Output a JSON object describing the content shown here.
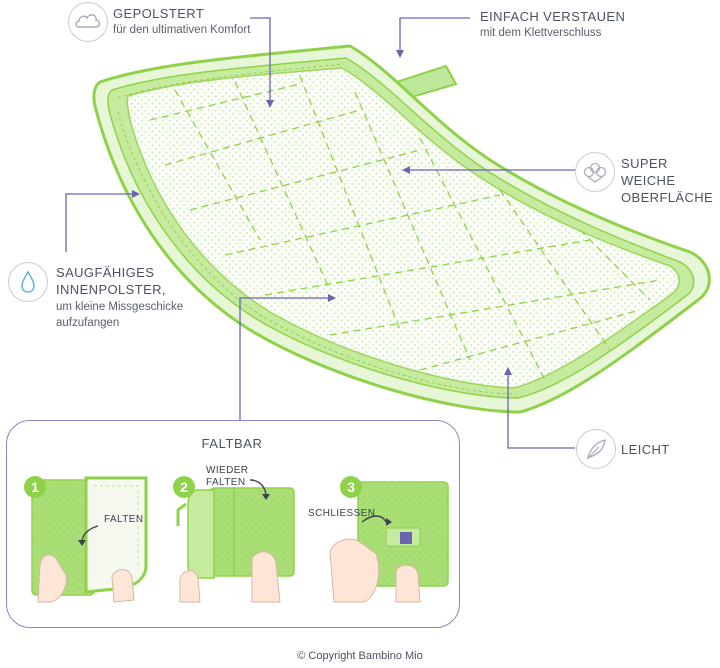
{
  "features": {
    "padded": {
      "title": "GEPOLSTERT",
      "sub": "für den ultimativen Komfort",
      "icon": "cloud-icon"
    },
    "stow": {
      "title": "EINFACH VERSTAUEN",
      "sub": "mit dem Klettverschluss"
    },
    "soft": {
      "title_line1": "SUPER WEICHE",
      "title_line2": "OBERFLÄCHE",
      "icon": "cotton-icon"
    },
    "absorbent": {
      "title_line1": "SAUGFÄHIGES",
      "title_line2": "INNENPOLSTER,",
      "sub_line1": "um kleine Missgeschicke",
      "sub_line2": "aufzufangen",
      "icon": "droplet-icon"
    },
    "light": {
      "title": "LEICHT",
      "icon": "feather-icon"
    }
  },
  "foldable": {
    "title": "FALTBAR",
    "steps": [
      {
        "number": "1",
        "label": "FALTEN"
      },
      {
        "number": "2",
        "label_line1": "WIEDER",
        "label_line2": "FALTEN"
      },
      {
        "number": "3",
        "label": "SCHLIESSEN"
      }
    ]
  },
  "copyright": "© Copyright Bambino Mio",
  "colors": {
    "green": "#8fd24a",
    "light_green": "#d7f0bd",
    "purple": "#6a64b0",
    "text": "#4d5260"
  }
}
